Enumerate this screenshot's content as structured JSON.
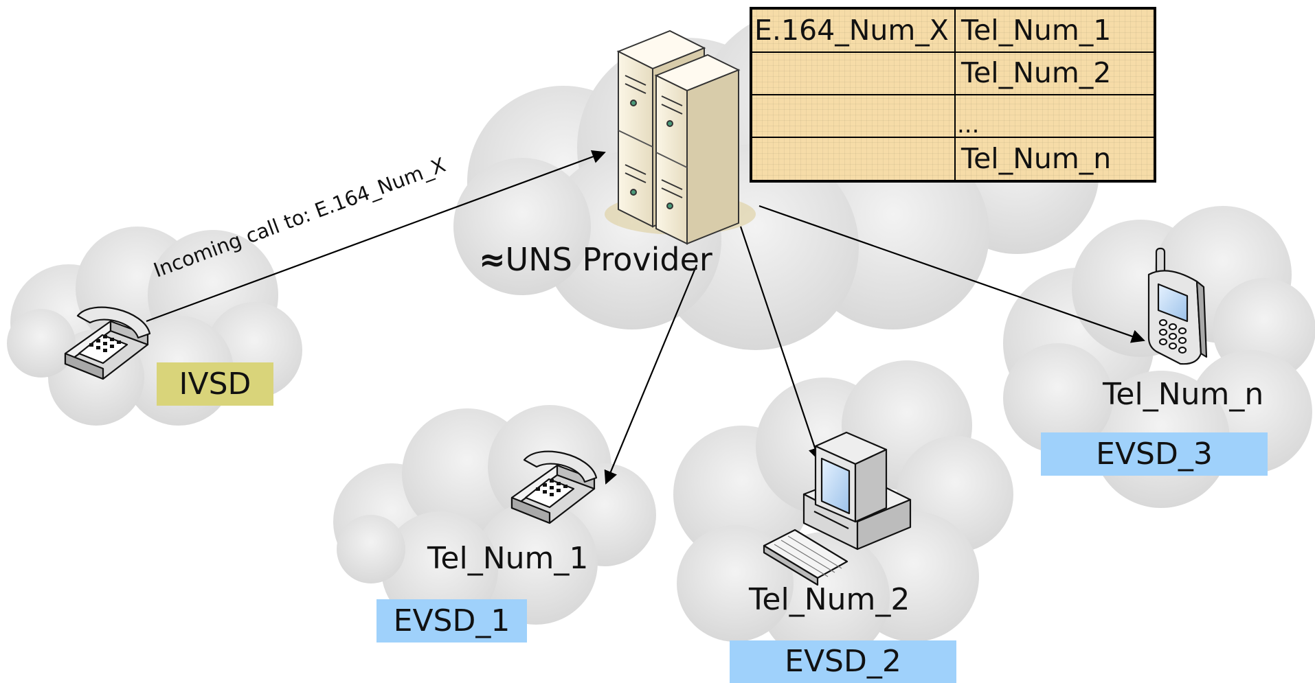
{
  "provider": {
    "symbol": "≈",
    "label": "UNS Provider"
  },
  "incoming_call_label": "Incoming call to: E.164_Num_X",
  "mapping_table": {
    "rows": [
      {
        "key": "E.164_Num_X",
        "value": "Tel_Num_1"
      },
      {
        "key": "",
        "value": "Tel_Num_2"
      },
      {
        "key": "",
        "value": "..."
      },
      {
        "key": "",
        "value": "Tel_Num_n"
      }
    ]
  },
  "ivsd": {
    "label": "IVSD",
    "color": "#d9d47a"
  },
  "endpoints": [
    {
      "device_icon": "desk-phone-icon",
      "number": "Tel_Num_1",
      "domain": "EVSD_1",
      "color": "#9fd1fb"
    },
    {
      "device_icon": "desktop-computer-icon",
      "number": "Tel_Num_2",
      "domain": "EVSD_2",
      "color": "#9fd1fb"
    },
    {
      "device_icon": "mobile-phone-icon",
      "number": "Tel_Num_n",
      "domain": "EVSD_3",
      "color": "#9fd1fb"
    }
  ],
  "colors": {
    "cloud": "#e3e3e3",
    "table_fill": "#f6dca8",
    "server_body": "#f2ead4"
  }
}
